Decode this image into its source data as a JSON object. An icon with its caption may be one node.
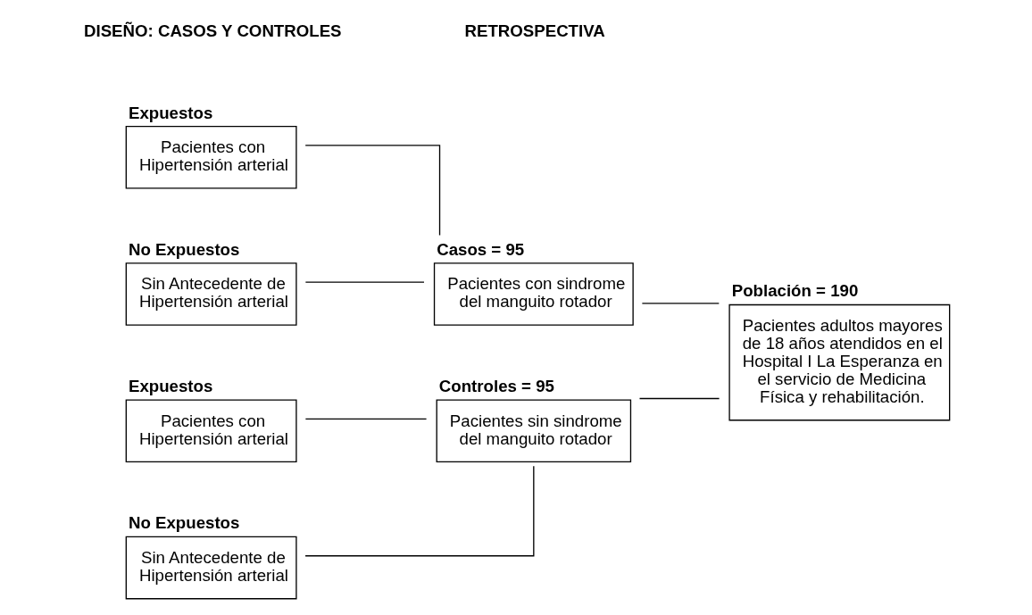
{
  "diagram": {
    "nodes": [
      {
        "text": [
          "Expuestos",
          "Pacientes con Hipertensión arterial"
        ]
      },
      {
        "text": [
          "No Expuestos",
          "Sin Antecedente de Hipertensión arterial"
        ]
      },
      {
        "text": [
          "Casos = 95",
          "Pacientes con sindrome del manguito rotador"
        ]
      },
      {
        "text": [
          "Expuestos",
          "Pacientes con Hipertensión arterial"
        ]
      },
      {
        "text": [
          "No Expuestos",
          "Sin Antecedente de Hipertensión arterial"
        ]
      },
      {
        "text": [
          "Controles = 95",
          "Pacientes sin sindrome del manguito rotador"
        ]
      },
      {
        "text": [
          "Población = 190",
          "Pacientes adultos mayores de 18 años atendidos en el Hospital I La Esperanza en el servicio de Medicina Física y rehabilitación."
        ]
      }
    ],
    "edges": [
      {
        "from": 0,
        "to": 2,
        "arrow": "none"
      },
      {
        "from": 1,
        "to": 2,
        "arrow": "none"
      },
      {
        "from": 3,
        "to": 5,
        "arrow": "none"
      },
      {
        "from": 4,
        "to": 5,
        "arrow": "none"
      },
      {
        "from": 2,
        "to": 6,
        "arrow": "none"
      },
      {
        "from": 5,
        "to": 6,
        "arrow": "none"
      }
    ],
    "labels": [
      "DISEÑO: CASOS Y CONTROLES",
      "RETROSPECTIVA"
    ]
  }
}
